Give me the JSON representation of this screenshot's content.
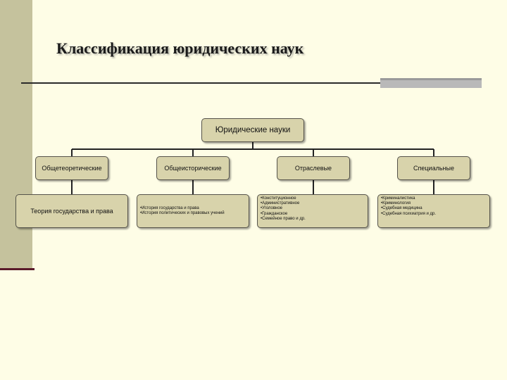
{
  "slide": {
    "title": "Классификация юридических наук"
  },
  "diagram": {
    "root": "Юридические науки",
    "categories": [
      {
        "label": "Общетеоретические",
        "detail_text": "Теория государства и права"
      },
      {
        "label": "Общеисторические",
        "detail_items": [
          "История государства и права",
          "История политических и правовых учений"
        ]
      },
      {
        "label": "Отраслевые",
        "detail_items": [
          "Конституционное",
          "Административное",
          "Уголовное",
          "Гражданское",
          "Семейное право и др."
        ]
      },
      {
        "label": "Специальные",
        "detail_items": [
          "Криминалистика",
          "Криминология",
          "Судебная медицина",
          "Судебная психиатрия и др."
        ]
      }
    ]
  },
  "colors": {
    "background": "#fefde6",
    "box_fill": "#d8d3ab",
    "left_band": "#c5c29d",
    "accent_line": "#5a1a2a"
  }
}
